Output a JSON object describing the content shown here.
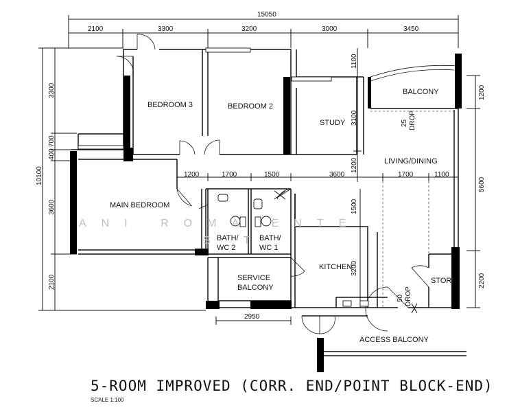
{
  "title": "5-ROOM IMPROVED (CORR. END/POINT BLOCK-END)",
  "scale": "SCALE   1:100",
  "watermark_1": "ANI  ROMA  ENTE",
  "watermark_2": "S T",
  "rooms": {
    "bedroom3": "BEDROOM 3",
    "bedroom2": "BEDROOM 2",
    "study": "STUDY",
    "balcony": "BALCONY",
    "living": "LIVING/DINING",
    "main_bedroom": "MAIN BEDROOM",
    "bath2_a": "BATH/",
    "bath2_b": "WC 2",
    "bath1_a": "BATH/",
    "bath1_b": "WC 1",
    "service_balcony_a": "SERVICE",
    "service_balcony_b": "BALCONY",
    "kitchen": "KITCHEN",
    "store": "STORE",
    "access_balcony": "ACCESS BALCONY"
  },
  "drops": {
    "balcony_drop_a": "25",
    "balcony_drop_b": "DROP",
    "access_drop_a": "50",
    "access_drop_b": "DROP"
  },
  "dims": {
    "total_width": "15050",
    "top": [
      "2100",
      "3300",
      "3200",
      "3000",
      "3450"
    ],
    "left_total": "10100",
    "left": [
      "3300",
      "700",
      "400",
      "3600",
      "2100"
    ],
    "right": [
      "1200",
      "5600",
      "2200"
    ],
    "inner_top": [
      "1100",
      "3100",
      "1200"
    ],
    "row": [
      "1200",
      "1700",
      "1500",
      "3600",
      "1700",
      "1100"
    ],
    "kitchen_v": [
      "1500",
      "3200"
    ],
    "service": "2950"
  }
}
